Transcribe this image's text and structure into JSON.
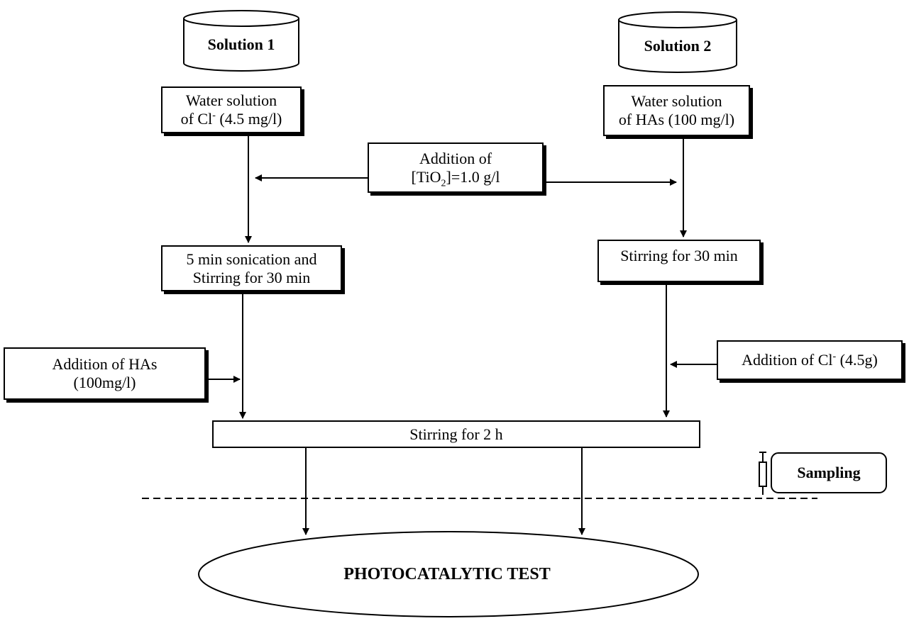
{
  "solution1": {
    "label": "Solution 1"
  },
  "solution2": {
    "label": "Solution 2"
  },
  "water_cl": {
    "line1": "Water solution",
    "line2_pre": "of Cl",
    "line2_sup": "-",
    "line2_post": " (4.5 mg/l)"
  },
  "water_has": {
    "line1": "Water solution",
    "line2": "of HAs (100 mg/l)"
  },
  "addition_tio2": {
    "line1": "Addition of",
    "line2_pre": "[TiO",
    "line2_sub": "2",
    "line2_post": "]=1.0 g/l"
  },
  "sonication": {
    "line1": "5 min sonication and",
    "line2": "Stirring for 30 min"
  },
  "stirring30": {
    "label": "Stirring for 30 min"
  },
  "addition_has": {
    "line1": "Addition of HAs",
    "line2": "(100mg/l)"
  },
  "addition_cl": {
    "pre": "Addition of Cl",
    "sup": "-",
    "post": " (4.5g)"
  },
  "stirring2h": {
    "label": "Stirring for 2 h"
  },
  "sampling": {
    "label": "Sampling"
  },
  "photocatalytic": {
    "label": "PHOTOCATALYTIC TEST"
  }
}
